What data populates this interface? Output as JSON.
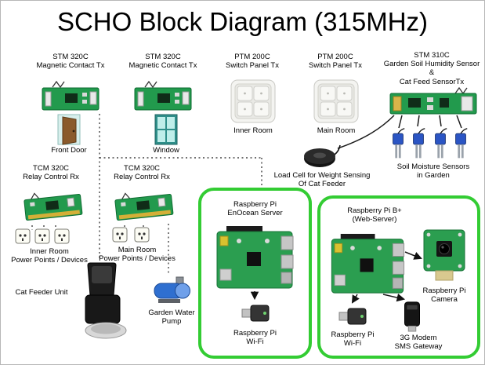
{
  "title": "SCHO Block Diagram (315MHz)",
  "colors": {
    "highlight_box_green": "#33cc33",
    "pcb_green": "#229a4d",
    "window_teal": "#2f8f8a",
    "door_brown": "#8a5a2b",
    "pump_blue": "#2f6fd0"
  },
  "nodes": {
    "stm320c_door": {
      "title": "STM 320C",
      "subtitle": "Magnetic Contact Tx",
      "target": "Front Door"
    },
    "stm320c_window": {
      "title": "STM 320C",
      "subtitle": "Magnetic Contact Tx",
      "target": "Window"
    },
    "ptm200c_inner": {
      "title": "PTM 200C",
      "subtitle": "Switch Panel Tx",
      "target": "Inner Room"
    },
    "ptm200c_main": {
      "title": "PTM 200C",
      "subtitle": "Switch Panel Tx",
      "target": "Main Room"
    },
    "stm310c": {
      "title": "STM 310C",
      "line2": "Garden Soil Humidity Sensor",
      "line3": "&",
      "line4": "Cat Feed SensorTx"
    },
    "soil_sensors": {
      "line1": "Soil Moisture Sensors",
      "line2": "in Garden"
    },
    "load_cell": {
      "line1": "Load Cell for Weight Sensing",
      "line2": "Of Cat Feeder"
    },
    "tcm320c_inner": {
      "title": "TCM 320C",
      "subtitle": "Relay Control Rx"
    },
    "tcm320c_main": {
      "title": "TCM 320C",
      "subtitle": "Relay Control Rx"
    },
    "inner_power": {
      "line1": "Inner Room",
      "line2": "Power Points / Devices"
    },
    "main_power": {
      "line1": "Main Room",
      "line2": "Power Points / Devices"
    },
    "cat_feeder": {
      "label": "Cat Feeder Unit"
    },
    "water_pump": {
      "line1": "Garden Water",
      "line2": "Pump"
    },
    "enocean_server": {
      "line1": "Raspberry Pi",
      "line2": "EnOcean Server"
    },
    "enocean_wifi": {
      "line1": "Raspberry Pi",
      "line2": "Wi-Fi"
    },
    "web_server": {
      "line1": "Raspberry Pi B+",
      "line2": "(Web-Server)"
    },
    "camera": {
      "line1": "Raspberry Pi",
      "line2": "Camera"
    },
    "web_wifi": {
      "line1": "Raspberry Pi",
      "line2": "Wi-Fi"
    },
    "modem": {
      "line1": "3G Modem",
      "line2": "SMS Gateway"
    }
  }
}
